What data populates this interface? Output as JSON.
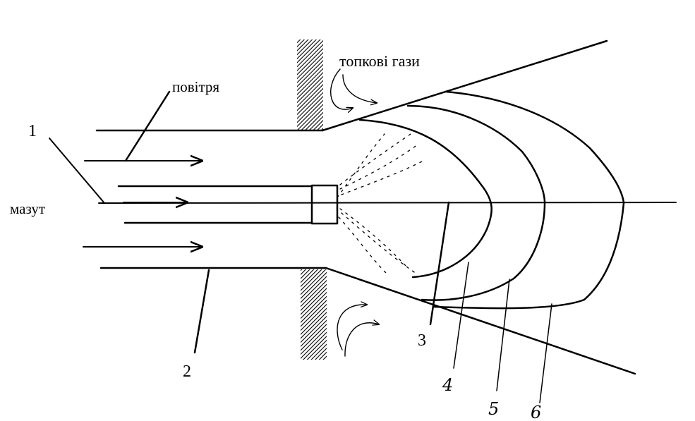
{
  "labels": {
    "air": "повітря",
    "fuel_oil": "мазут",
    "flue_gases": "топкові гази",
    "n1": "1",
    "n2": "2",
    "n3": "3",
    "n4": "4",
    "n5": "5",
    "n6": "6"
  },
  "colors": {
    "stroke": "#000000",
    "background": "#ffffff",
    "wall_hatch": "#000000"
  }
}
